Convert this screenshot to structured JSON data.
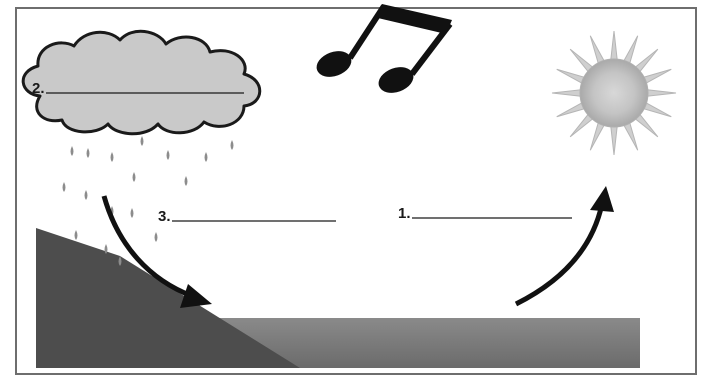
{
  "labels": {
    "one": "1.",
    "two": "2.",
    "three": "3."
  },
  "icons": {
    "cloud": "rain-cloud-icon",
    "rain": "raindrops-icon",
    "music": "music-notes-icon",
    "sun": "sun-icon",
    "land": "hillside-icon",
    "water": "water-body-icon"
  },
  "colors": {
    "frame": "#555555",
    "cloud_fill": "#c9c9c9",
    "land": "#4d4d4d",
    "water_top": "#8a8a8a",
    "water_bottom": "#6b6b6b",
    "sun": "#bdbdbd",
    "arrow": "#111111"
  }
}
